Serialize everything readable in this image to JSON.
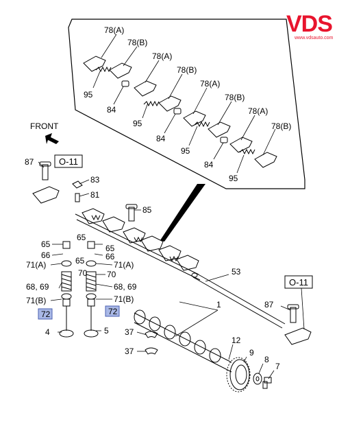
{
  "logo": {
    "brand": "VDS",
    "site": "www.vdsauto.com",
    "color": "#e8142d"
  },
  "front_label": "FRONT",
  "ref_boxes": [
    {
      "id": "left",
      "text": "O-11"
    },
    {
      "id": "right",
      "text": "O-11"
    }
  ],
  "highlight_color": "#a9b8e6",
  "callouts": {
    "c78a_1": "78(A)",
    "c78b_1": "78(B)",
    "c78a_2": "78(A)",
    "c78b_2": "78(B)",
    "c78a_3": "78(A)",
    "c78b_3": "78(B)",
    "c78a_4": "78(A)",
    "c78b_4": "78(B)",
    "c95_1": "95",
    "c84_1": "84",
    "c95_2": "95",
    "c84_2": "84",
    "c95_3": "95",
    "c84_3": "84",
    "c95_4": "95",
    "c87_l": "87",
    "c83": "83",
    "c81": "81",
    "c85": "85",
    "c65_l": "65",
    "c65_m": "65",
    "c65_r": "65",
    "c66_l": "66",
    "c66_r": "66",
    "c71a_l": "71(A)",
    "c71a_r": "71(A)",
    "c70_l": "70",
    "c70_r": "70",
    "c6869_l": "68, 69",
    "c6869_r": "68, 69",
    "c71b_l": "71(B)",
    "c71b_r": "71(B)",
    "c72_l": "72",
    "c72_r": "72",
    "c4": "4",
    "c5": "5",
    "c53": "53",
    "c1": "1",
    "c87_r": "87",
    "c12": "12",
    "c9": "9",
    "c8": "8",
    "c7": "7",
    "c37_1": "37",
    "c37_2": "37"
  }
}
